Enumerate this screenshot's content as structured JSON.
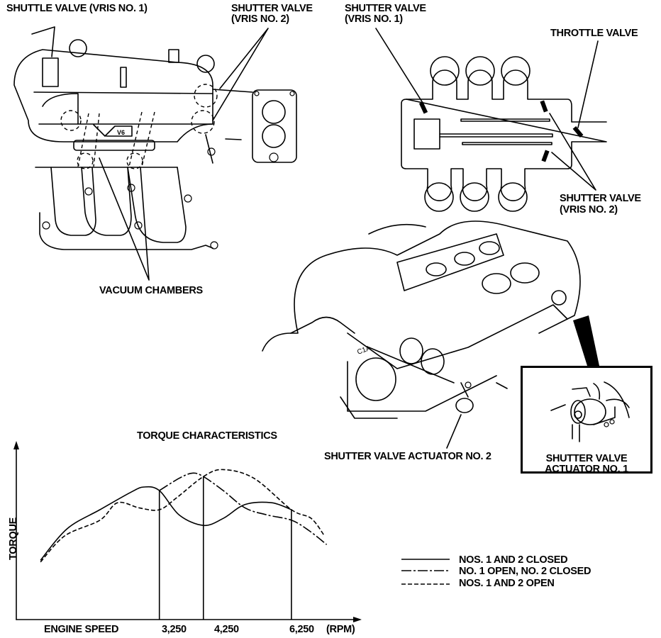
{
  "labels": {
    "shuttle_valve_1": "SHUTTLE VALVE (VRIS NO. 1)",
    "shutter_valve_2_top_line1": "SHUTTER VALVE",
    "shutter_valve_2_top_line2": "(VRIS NO. 2)",
    "shutter_valve_1_line1": "SHUTTER VALVE",
    "shutter_valve_1_line2": "(VRIS NO. 1)",
    "throttle_valve": "THROTTLE VALVE",
    "shutter_valve_2_right_line1": "SHUTTER VALVE",
    "shutter_valve_2_right_line2": "(VRIS NO. 2)",
    "vacuum_chambers": "VACUUM CHAMBERS",
    "actuator_2": "SHUTTER VALVE ACTUATOR NO. 2",
    "actuator_1_line1": "SHUTTER VALVE",
    "actuator_1_line2": "ACTUATOR NO. 1",
    "manifold_badge": "V6",
    "casting_mark": "C1A"
  },
  "chart_data": {
    "type": "line",
    "title": "TORQUE CHARACTERISTICS",
    "xlabel": "ENGINE SPEED",
    "xunit": "(RPM)",
    "ylabel": "TORQUE",
    "x_ticks": [
      "3,250",
      "4,250",
      "6,250"
    ],
    "x_tick_values": [
      3250,
      4250,
      6250
    ],
    "xlim": [
      0,
      7750
    ],
    "ylim": [
      0,
      100
    ],
    "grid": false,
    "legend_position": "right",
    "legend": [
      {
        "name": "NOS. 1 AND 2 CLOSED",
        "style": "solid"
      },
      {
        "name": "NO. 1 OPEN, NO. 2 CLOSED",
        "style": "dash-dot"
      },
      {
        "name": "NOS. 1 AND 2 OPEN",
        "style": "dashed"
      }
    ],
    "series": [
      {
        "name": "NOS. 1 AND 2 CLOSED",
        "style": "solid",
        "x": [
          550,
          1150,
          1900,
          2600,
          2900,
          3250,
          3700,
          4250,
          4700,
          5200,
          5800,
          6250
        ],
        "y": [
          34,
          52,
          63,
          73,
          76,
          74,
          60,
          54,
          58,
          66,
          67,
          63
        ]
      },
      {
        "name": "NO. 1 OPEN, NO. 2 CLOSED",
        "style": "dash-dot",
        "x": [
          3250,
          3700,
          4000,
          4250,
          4700,
          5200,
          5700,
          6250,
          6650,
          7050
        ],
        "y": [
          74,
          81,
          84,
          82,
          74,
          64,
          60,
          57,
          51,
          43
        ]
      },
      {
        "name": "NOS. 1 AND 2 OPEN",
        "style": "dashed",
        "x": [
          550,
          1100,
          1900,
          2300,
          2800,
          3250,
          3650,
          4250,
          4700,
          5400,
          6250,
          6700,
          7000
        ],
        "y": [
          33,
          48,
          57,
          67,
          64,
          63,
          70,
          82,
          86,
          81,
          63,
          58,
          48
        ]
      }
    ]
  }
}
